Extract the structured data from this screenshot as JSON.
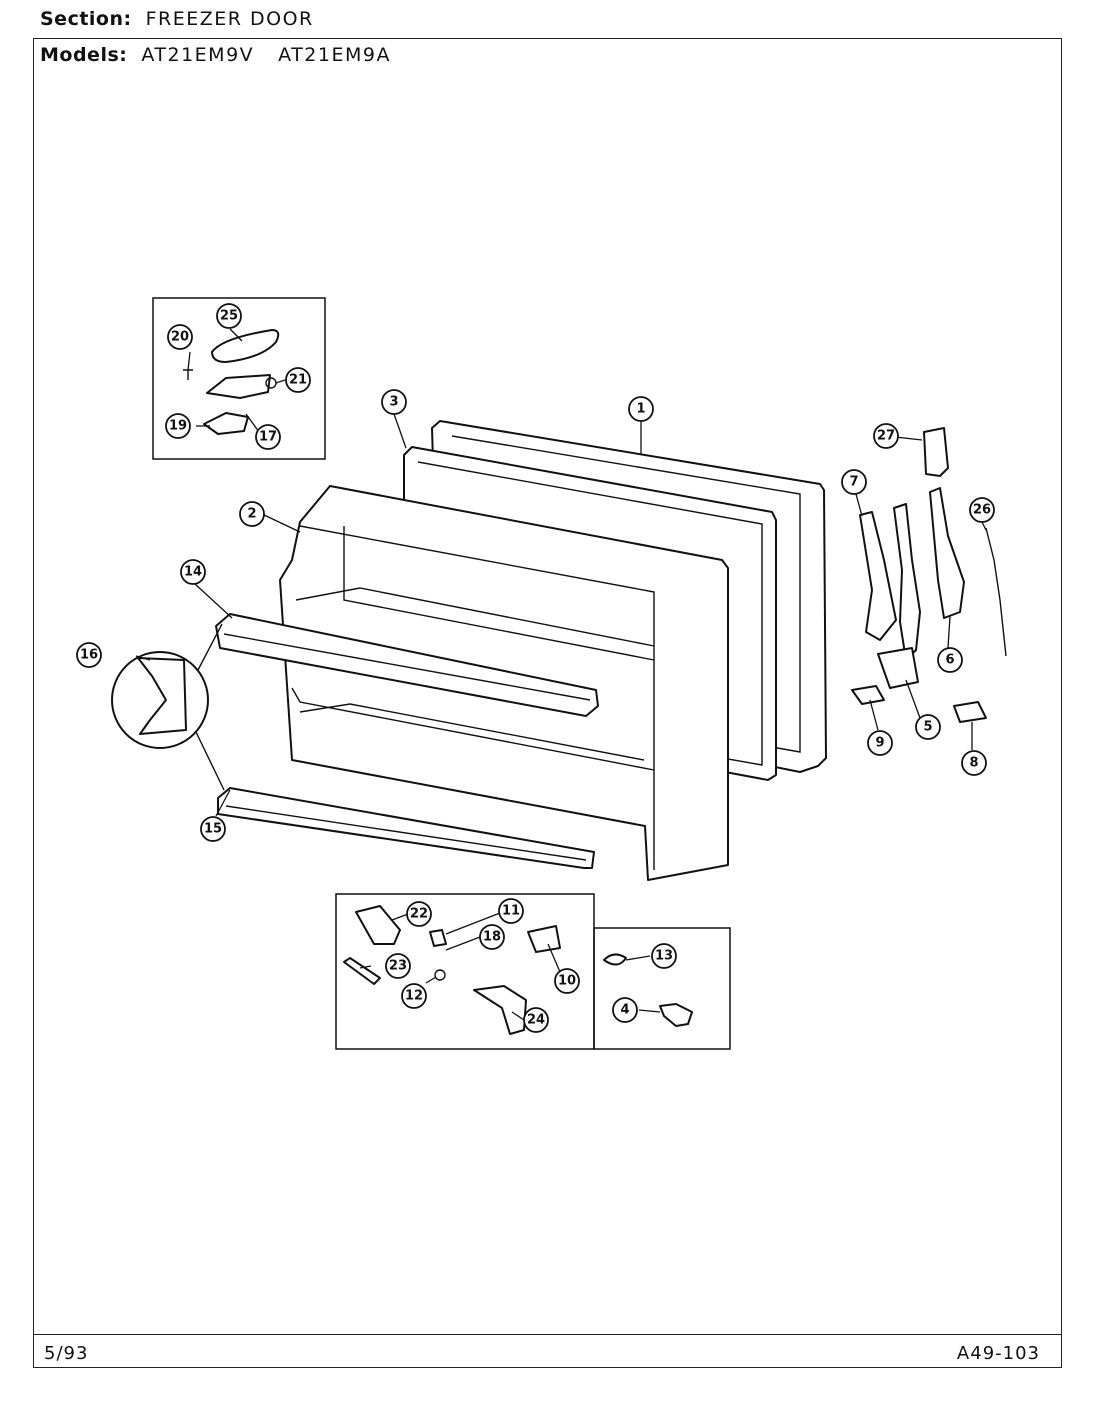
{
  "header": {
    "section_label": "Section:",
    "section_value": "FREEZER DOOR",
    "models_label": "Models:",
    "model_1": "AT21EM9V",
    "model_2": "AT21EM9A"
  },
  "footer": {
    "date": "5/93",
    "doc_number": "A49-103"
  },
  "callouts": {
    "c1": "1",
    "c2": "2",
    "c3": "3",
    "c4": "4",
    "c5": "5",
    "c6": "6",
    "c7": "7",
    "c8": "8",
    "c9": "9",
    "c10": "10",
    "c11": "11",
    "c12": "12",
    "c13": "13",
    "c14": "14",
    "c15": "15",
    "c16": "16",
    "c17": "17",
    "c18": "18",
    "c19": "19",
    "c20": "20",
    "c21": "21",
    "c22": "22",
    "c23": "23",
    "c24": "24",
    "c25": "25",
    "c26": "26",
    "c27": "27"
  }
}
